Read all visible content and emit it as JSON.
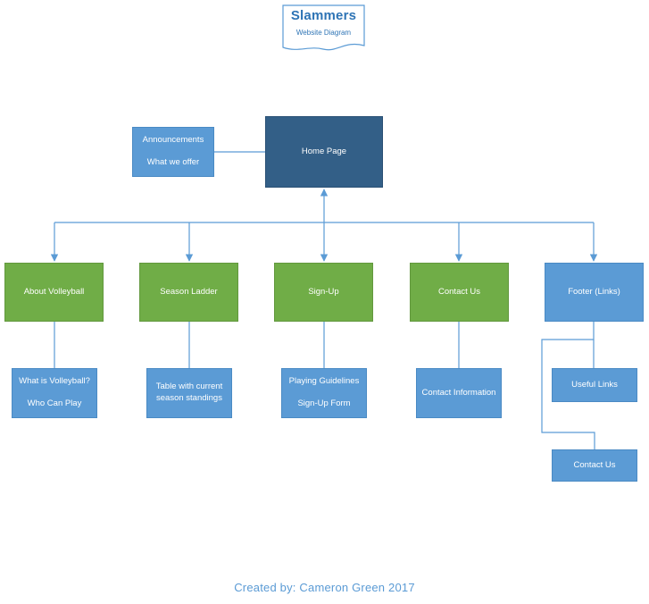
{
  "title": {
    "name": "Slammers",
    "subtitle": "Website Diagram"
  },
  "home": {
    "label": "Home Page"
  },
  "side_note": {
    "lines": [
      "Announcements",
      "What we offer"
    ]
  },
  "sections": {
    "about": {
      "label": "About Volleyball",
      "children": [
        "What is Volleyball?",
        "Who Can Play"
      ]
    },
    "ladder": {
      "label": "Season Ladder",
      "children": [
        "Table with current season standings"
      ]
    },
    "signup": {
      "label": "Sign-Up",
      "children": [
        "Playing Guidelines",
        "Sign-Up Form"
      ]
    },
    "contact": {
      "label": "Contact Us",
      "children": [
        "Contact Information"
      ]
    },
    "footer": {
      "label": "Footer (Links)",
      "children": [
        "Useful Links",
        "Contact Us"
      ]
    }
  },
  "credit": "Created by: Cameron Green 2017",
  "colors": {
    "box_blue": "#5b9bd5",
    "box_dark_blue": "#335f87",
    "box_green": "#70ad47",
    "connector": "#5b9bd5",
    "title_text": "#2e74b5"
  }
}
